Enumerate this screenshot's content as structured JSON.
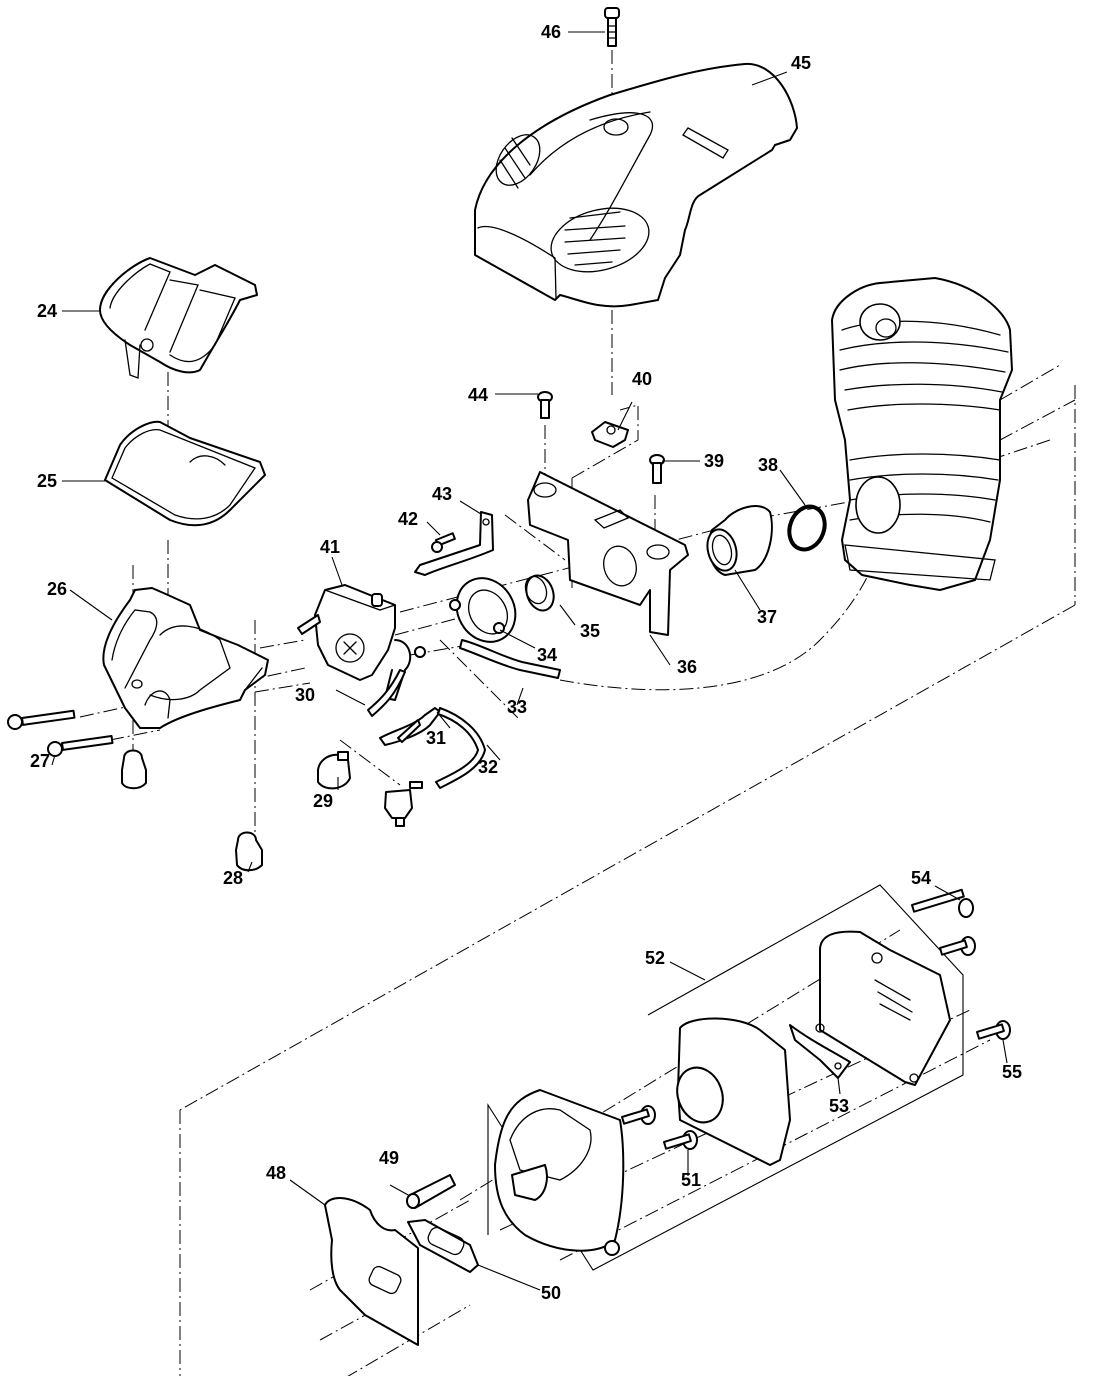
{
  "diagram": {
    "type": "exploded-parts-diagram",
    "subject": "Chainsaw engine top-end: air filter, carburetor, intake, cylinder, top cover and muffler",
    "parts": [
      {
        "number": "24",
        "name": "air-filter-cover"
      },
      {
        "number": "25",
        "name": "air-filter-element"
      },
      {
        "number": "26",
        "name": "air-filter-housing"
      },
      {
        "number": "27",
        "name": "long-screw"
      },
      {
        "number": "28",
        "name": "rubber-damper"
      },
      {
        "number": "29",
        "name": "primer-bulb"
      },
      {
        "number": "30",
        "name": "fuel-hose"
      },
      {
        "number": "31",
        "name": "fuel-hose"
      },
      {
        "number": "32",
        "name": "fuel-hose"
      },
      {
        "number": "33",
        "name": "impulse-hose"
      },
      {
        "number": "34",
        "name": "carburetor-flange"
      },
      {
        "number": "35",
        "name": "sleeve"
      },
      {
        "number": "36",
        "name": "intake-bracket"
      },
      {
        "number": "37",
        "name": "intake-manifold"
      },
      {
        "number": "38",
        "name": "o-ring"
      },
      {
        "number": "39",
        "name": "screw"
      },
      {
        "number": "40",
        "name": "clip-nut"
      },
      {
        "number": "41",
        "name": "carburetor"
      },
      {
        "number": "42",
        "name": "screw"
      },
      {
        "number": "43",
        "name": "throttle-rod-bracket"
      },
      {
        "number": "44",
        "name": "screw"
      },
      {
        "number": "45",
        "name": "top-cover"
      },
      {
        "number": "46",
        "name": "cover-screw"
      },
      {
        "number": "48",
        "name": "heat-shield"
      },
      {
        "number": "49",
        "name": "spacer"
      },
      {
        "number": "50",
        "name": "muffler-gasket"
      },
      {
        "number": "51",
        "name": "screw"
      },
      {
        "number": "52",
        "name": "muffler-assembly"
      },
      {
        "number": "53",
        "name": "muffler-plate"
      },
      {
        "number": "54",
        "name": "long-bolt"
      },
      {
        "number": "55",
        "name": "screw"
      }
    ],
    "colors": {
      "line": "#000000",
      "background": "#ffffff"
    }
  }
}
